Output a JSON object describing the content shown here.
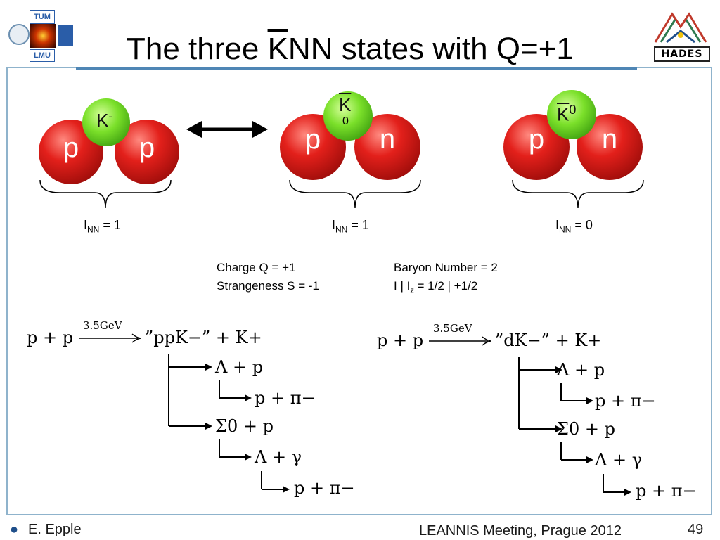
{
  "slide": {
    "title_before": "The three ",
    "title_k": "K",
    "title_after": "NN states with Q=+1"
  },
  "logos": {
    "left_top": "TUM",
    "left_bottom": "LMU",
    "right": "HADES"
  },
  "states": [
    {
      "n1": "p",
      "n2": "p",
      "kaon": "K",
      "kaon_sup": "-",
      "isospin": "= 1",
      "inn_sub": "NN",
      "inn_main": "I"
    },
    {
      "n1": "p",
      "n2": "n",
      "kaon": "K",
      "kaon_sub": "0",
      "isospin": "= 1",
      "inn_sub": "NN",
      "inn_main": "I"
    },
    {
      "n1": "p",
      "n2": "n",
      "kaon": "K",
      "kaon_sup": "0",
      "isospin": "= 0",
      "inn_sub": "NN",
      "inn_main": "I"
    }
  ],
  "properties": {
    "charge": "Charge  Q = +1",
    "strangeness": "Strangeness  S   = -1",
    "baryon": "Baryon Number = 2",
    "iso_a": "I | I",
    "iso_sub": "z",
    "iso_b": " =  1/2 | +1/2"
  },
  "reactions": {
    "left": {
      "lhs": "p + p",
      "energy": "3.5GeV",
      "rhs": "”ppK−” + K+",
      "d1": "Λ + p",
      "d1a": "p + π−",
      "d2": "Σ0 + p",
      "d2a": "Λ + γ",
      "d2b": "p + π−"
    },
    "right": {
      "lhs": "p + p",
      "energy": "3.5GeV",
      "rhs": "”dK−” + K+",
      "d1": "Λ + p",
      "d1a": "p + π−",
      "d2": "Σ0 + p",
      "d2a": "Λ + γ",
      "d2b": "p + π−"
    }
  },
  "footer": {
    "author": "E. Epple",
    "meeting": "LEANNIS Meeting, Prague 2012",
    "page": "49"
  }
}
